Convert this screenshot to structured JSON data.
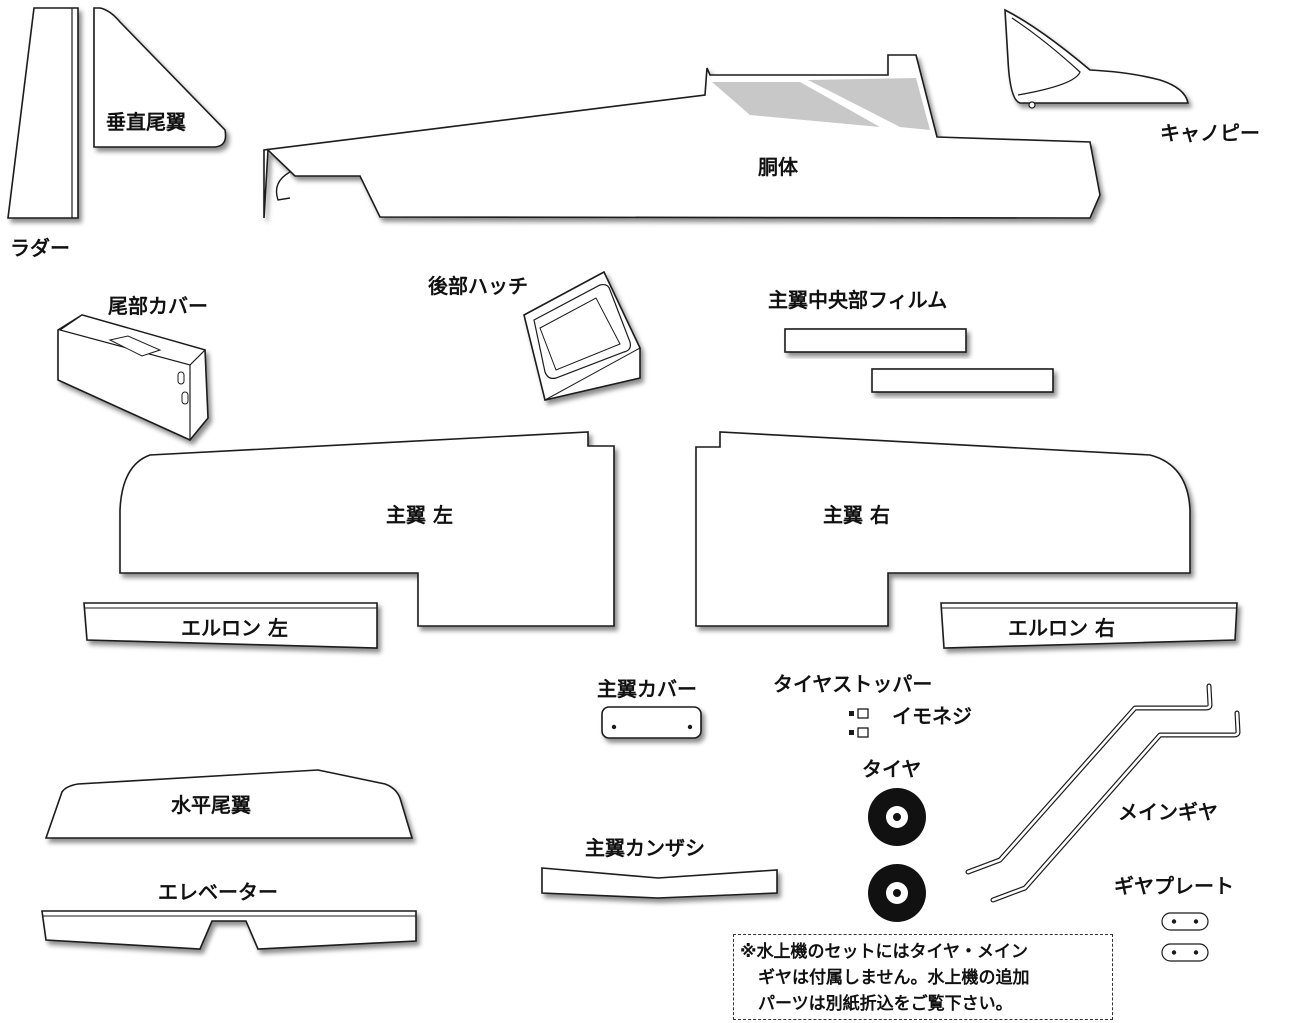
{
  "labels": {
    "rudder": "ラダー",
    "vertical_stabilizer": "垂直尾翼",
    "fuselage": "胴体",
    "canopy": "キャノピー",
    "tail_cover": "尾部カバー",
    "rear_hatch": "後部ハッチ",
    "wing_center_film": "主翼中央部フィルム",
    "main_wing_left": "主翼 左",
    "main_wing_right": "主翼 右",
    "aileron_left": "エルロン 左",
    "aileron_right": "エルロン 右",
    "wing_cover": "主翼カバー",
    "tire_stopper": "タイヤストッパー",
    "imoneji": "イモネジ",
    "tire": "タイヤ",
    "main_gear": "メインギヤ",
    "gear_plate": "ギヤプレート",
    "horizontal_stabilizer": "水平尾翼",
    "elevator": "エレベーター",
    "wing_joiner": "主翼カンザシ"
  },
  "note": {
    "line1": "※水上機のセットにはタイヤ・メイン",
    "line2": "ギヤは付属しません。水上機の追加",
    "line3": "パーツは別紙折込をご覧下さい。"
  }
}
